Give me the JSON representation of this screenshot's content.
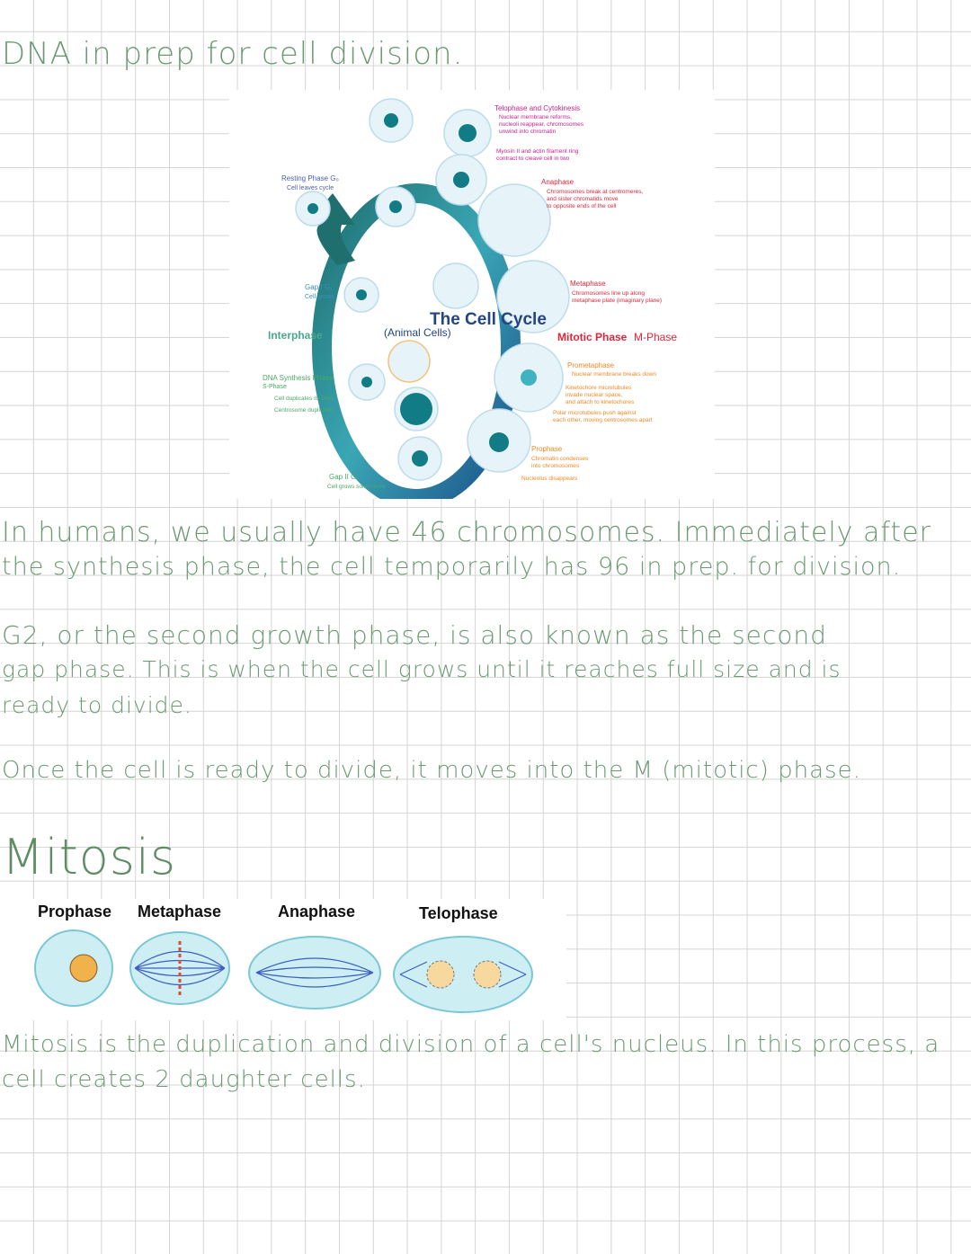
{
  "notes": {
    "line_top": "DNA in prep for cell division.",
    "para1": [
      "In humans, we usually have 46 chromosomes. Immediately after",
      "the synthesis phase, the cell temporarily has 96 in prep. for division."
    ],
    "para2": [
      "G2, or the second growth phase, is also known as the second",
      "gap phase. This is when the cell grows until it reaches full size and is",
      "ready to divide."
    ],
    "para3": "Once the cell is ready to divide, it moves into the M (mitotic) phase.",
    "heading_mitosis": "Mitosis",
    "para4": [
      "Mitosis is the duplication and division of a cell's nucleus. In this process, a",
      "cell creates 2 daughter cells."
    ]
  },
  "cell_cycle_diagram": {
    "title": "The Cell Cycle",
    "subtitle": "(Animal Cells)",
    "interphase": "Interphase",
    "mitotic": "Mitotic Phase",
    "mitotic_suffix": "M-Phase",
    "resting": "Resting Phase G₀",
    "resting_sub": "Cell leaves cycle",
    "gap1": "Gap I G₁",
    "gap1_sub": "Cell grows",
    "s_phase": "DNA Synthesis Phase",
    "s_phase_sub": "S-Phase",
    "s_note1": "Cell duplicates its DNA",
    "s_note2": "Centrosome duplicates",
    "gap2": "Gap II G₂",
    "gap2_sub": "Cell grows some more",
    "telophase": "Telophase and Cytokinesis",
    "telophase_d": [
      "Nuclear membrane reforms,",
      "nucleoli reappear, chromosomes",
      "unwind into chromatin"
    ],
    "myosin": [
      "Myosin II and actin filament ring",
      "contract to cleave cell in two"
    ],
    "anaphase": "Anaphase",
    "anaphase_d": [
      "Chromosomes break at centromeres,",
      "and sister chromatids move",
      "to opposite ends of the cell"
    ],
    "metaphase": "Metaphase",
    "metaphase_d": [
      "Chromosomes line up along",
      "metaphase plate (imaginary plane)"
    ],
    "prometaphase": "Prometaphase",
    "prometaphase_d": [
      "Nuclear membrane breaks down",
      "Kinetochore microtubules",
      "invade nuclear space,",
      "and attach to kinetochores",
      "Polar microtubules push against",
      "each other, moving centrosomes apart"
    ],
    "prophase": "Prophase",
    "prophase_d": [
      "Chromatin condenses",
      "into chromosomes",
      "Nucleolus disappears"
    ],
    "colors": {
      "ring": "#2e8aa0",
      "teal": "#1d9a9a",
      "pink": "#d01f8c",
      "red": "#e2263a",
      "orange": "#f08a24",
      "green": "#4aa865",
      "blue": "#24457f"
    }
  },
  "mitosis_stages": [
    "Prophase",
    "Metaphase",
    "Anaphase",
    "Telophase"
  ]
}
